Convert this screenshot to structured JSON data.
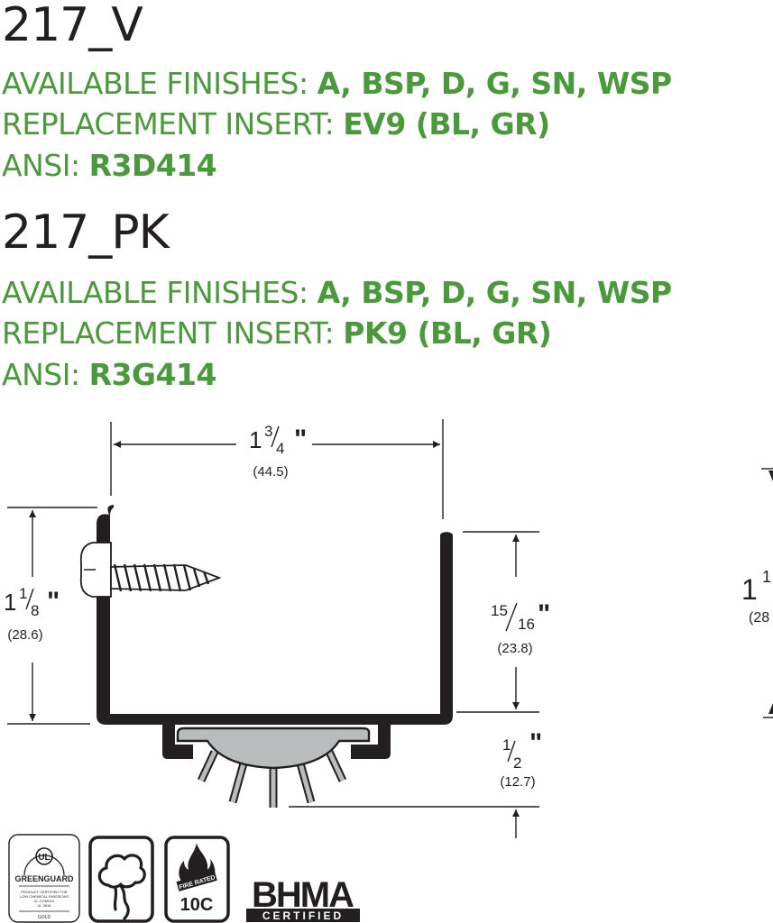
{
  "products": [
    {
      "model": "217_V",
      "finishes_label": "AVAILABLE FINISHES:",
      "finishes_value": "A, BSP, D, G, SN, WSP",
      "insert_label": "REPLACEMENT INSERT:",
      "insert_value": "EV9 (BL, GR)",
      "ansi_label": "ANSI:",
      "ansi_value": "R3D414"
    },
    {
      "model": "217_PK",
      "finishes_label": "AVAILABLE FINISHES:",
      "finishes_value": "A, BSP, D, G, SN, WSP",
      "insert_label": "REPLACEMENT INSERT:",
      "insert_value": "PK9 (BL, GR)",
      "ansi_label": "ANSI:",
      "ansi_value": "R3G414"
    }
  ],
  "dimensions": {
    "width": {
      "whole": "1",
      "num": "3",
      "den": "4",
      "inch": "\"",
      "mm": "(44.5)"
    },
    "height_left": {
      "whole": "1",
      "num": "1",
      "den": "8",
      "inch": "\"",
      "mm": "(28.6)"
    },
    "height_right": {
      "num": "15",
      "den": "16",
      "inch": "\"",
      "mm": "(23.8)"
    },
    "insert_depth": {
      "num": "1",
      "den": "2",
      "inch": "\"",
      "mm": "(12.7)"
    },
    "partial_next": {
      "whole": "1",
      "num": "1",
      "mm": "(28"
    }
  },
  "logos": {
    "greenguard": {
      "ul": "UL",
      "name": "GREENGUARD",
      "line1": "PRODUCT CERTIFIED FOR",
      "line2": "LOW CHEMICAL EMISSIONS",
      "line3": "UL.COM/GG",
      "line4": "UL 2818",
      "tier": "GOLD"
    },
    "fire": {
      "rated": "FIRE RATED",
      "code": "10C"
    },
    "bhma": {
      "name": "BHMA",
      "certified": "CERTIFIED"
    }
  },
  "colors": {
    "green": "#4a9a3c",
    "ink": "#231f20",
    "insert_gray": "#b9bcbd"
  }
}
